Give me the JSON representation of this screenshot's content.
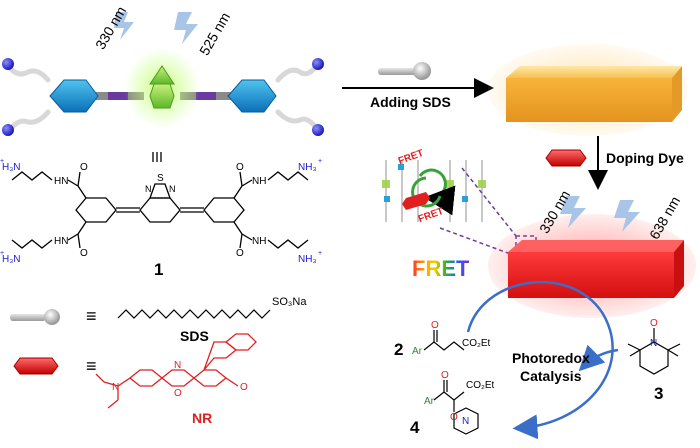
{
  "wavelengths": {
    "top_left": "330 nm",
    "top_right": "525 nm",
    "right_left": "330 nm",
    "right_right": "638 nm"
  },
  "arrow_labels": {
    "adding": "Adding SDS",
    "doping": "Doping Dye"
  },
  "fret": {
    "big": "FRET",
    "small_top": "FRET",
    "small_bottom": "FRET"
  },
  "compound_labels": {
    "one": "1",
    "two": "2",
    "three": "3",
    "four": "4",
    "sds": "SDS",
    "nr": "NR"
  },
  "process": {
    "line1": "Photoredox",
    "line2": "Catalysis"
  },
  "chem_text": {
    "h3n": "H₃N",
    "nh3": "NH₃",
    "nh": "NH",
    "hn": "HN",
    "o": "O",
    "n": "N",
    "s": "S",
    "ar": "Ar",
    "co2et": "CO₂Et",
    "so3na": "SO₃Na",
    "equiv": "≡"
  },
  "colors": {
    "fluorophore_green": "#8fdc3c",
    "benzene_blue": "#1aa0d8",
    "linker_purple": "#6a3aa0",
    "bead_blue": "#2a2ad0",
    "crystal_orange": "#f5b43c",
    "crystal_red": "#e81e1e",
    "nr_red": "#e02020",
    "arrow_blue": "#3a6ec8"
  }
}
